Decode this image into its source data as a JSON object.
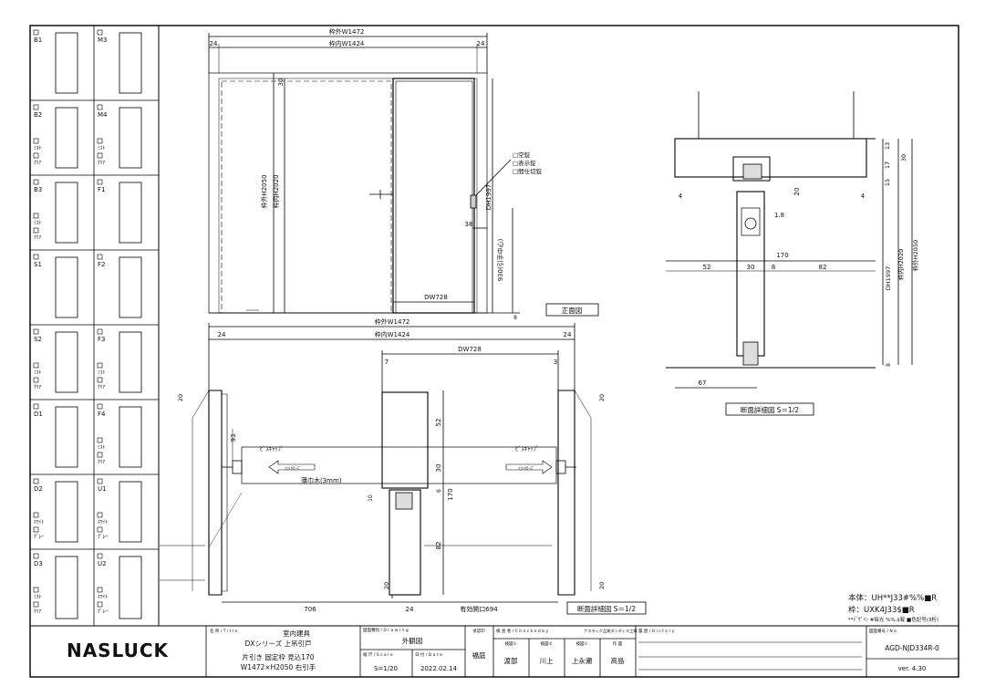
{
  "panels": [
    {
      "code": "B1",
      "opts": []
    },
    {
      "code": "M3",
      "opts": []
    },
    {
      "code": "B2",
      "opts": [
        "ﾐｽﾄ",
        "ｸﾘｱ"
      ]
    },
    {
      "code": "M4",
      "opts": [
        "ﾐｽﾄ",
        "ｸﾘｱ"
      ]
    },
    {
      "code": "B3",
      "opts": [
        "ﾐｽﾄ",
        "ｸﾘｱ"
      ]
    },
    {
      "code": "F1",
      "opts": []
    },
    {
      "code": "S1",
      "opts": []
    },
    {
      "code": "F2",
      "opts": []
    },
    {
      "code": "S2",
      "opts": [
        "ﾐｽﾄ",
        "ｸﾘｱ"
      ]
    },
    {
      "code": "F3",
      "opts": [
        "ﾐｽﾄ",
        "ｸﾘｱ"
      ]
    },
    {
      "code": "D1",
      "opts": []
    },
    {
      "code": "F4",
      "opts": [
        "ﾐｽﾄ",
        "ｸﾘｱ"
      ]
    },
    {
      "code": "D2",
      "opts": [
        "ﾎﾜｲﾄ",
        "ｸﾞﾚｰ"
      ]
    },
    {
      "code": "U1",
      "opts": [
        "ﾎﾜｲﾄ",
        "ｸﾞﾚｰ"
      ]
    },
    {
      "code": "D3",
      "opts": [
        "ﾐｽﾄ",
        "ｸﾘｱ"
      ]
    },
    {
      "code": "U2",
      "opts": [
        "ﾎﾜｲﾄ",
        "ｸﾞﾚｰ"
      ]
    }
  ],
  "front": {
    "frame_outer": "枠外W1472",
    "frame_inner": "枠内W1424",
    "left_gap": "24",
    "right_gap": "24",
    "top_dim": "30",
    "frame_outer_h": "枠外H2050",
    "frame_inner_h": "枠内H2020",
    "dh": "DH1997",
    "handle_h": "930(引手中心)",
    "handle_w": "38",
    "dw": "DW728",
    "bottom": "8",
    "checks": [
      "□空錠",
      "□表示錠",
      "□間仕切錠"
    ],
    "label": "正面図"
  },
  "plan": {
    "frame_outer": "枠外W1472",
    "frame_inner": "枠内W1424",
    "left": "24",
    "right": "24",
    "dw": "DW728",
    "d7": "7",
    "d3": "3",
    "d20a": "20",
    "d20b": "20",
    "d20c": "20",
    "d20d": "20",
    "d93": "93",
    "d52": "52",
    "d30": "30",
    "d6": "6",
    "d10": "10",
    "d170": "170",
    "d82": "82",
    "screw_cap_l": "ﾋﾞｽｷｬｯﾌﾟ",
    "screw_cap_r": "ﾋﾞｽｷｬｯﾌﾟ",
    "soft_close_l": "ｿﾌﾄｸﾛｰｽﾞ",
    "soft_close_r": "ｿﾌﾄｸﾛｰｽﾞ",
    "thin": "薄巾木(3mm)",
    "d706": "706",
    "d24": "24",
    "opening": "有効開口694",
    "label": "断面詳細図 S＝1/2"
  },
  "section": {
    "d13": "13",
    "d17": "17",
    "d15": "15",
    "d30": "30",
    "d4l": "4",
    "d4r": "4",
    "d20": "20",
    "d18": "1.8",
    "d170": "170",
    "d52": "52",
    "d30b": "30",
    "d8": "8",
    "d82": "82",
    "dh": "DH1997",
    "inner_h": "枠内H2020",
    "outer_h": "枠外H2050",
    "d8b": "8",
    "d67": "67",
    "label": "断面詳細図 S＝1/2"
  },
  "spec": {
    "body": "本体：UH**J33#%%■R",
    "frame": "枠：UXK4J33$■R",
    "note": "**ﾃﾞｻﾞｲﾝ #採光 %%.$錠 ■色記号(3桁)"
  },
  "title_block": {
    "logo": "NASLUCK",
    "title_hdr": "名 称 / T i t l e",
    "name1": "室内建具",
    "name2": "DXシリーズ 上吊引戸",
    "name3": "片引き 固定枠 見込170",
    "name4": "W1472×H2050 右引手",
    "drawing_hdr": "図面種別 / D r a w i n g",
    "drawing": "外観図",
    "scale_hdr": "縮 尺 / S c a l e",
    "scale": "S=1/20",
    "date_hdr": "日 付 / D a t e",
    "date": "2022.02.14",
    "dept_hdr": "承認印",
    "dept": "福庭",
    "check_hdr": "検 査 者 / C h e c k  e d  b y",
    "check_sub": "ナスラック品質ダンディス工場",
    "c1h": "検図①",
    "c2h": "検図②",
    "c3h": "検図①",
    "c4h": "作 図",
    "c1": "渡部",
    "c2": "川上",
    "c3": "上永瀬",
    "c4": "高島",
    "hist_hdr": "履 歴 / H i s t o r y",
    "no_hdr": "図面番号 / N o .",
    "doc_no": "AGD-NJD334R-0",
    "ver": "ver. 4.30"
  }
}
